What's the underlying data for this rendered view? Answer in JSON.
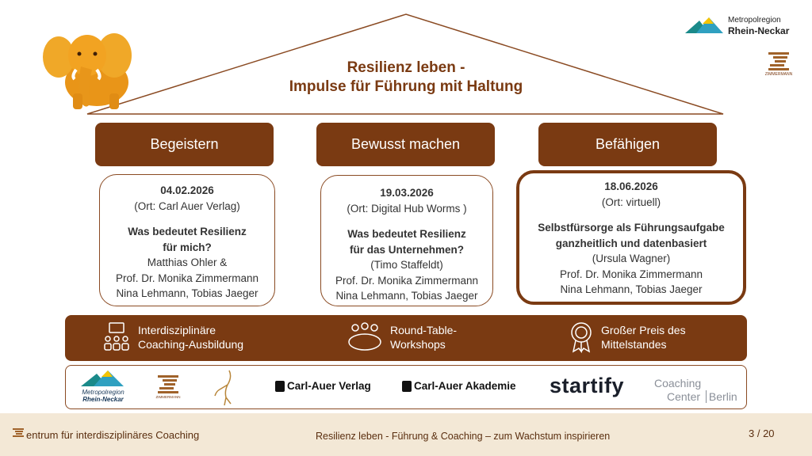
{
  "header": {
    "title_line1": "Resilienz leben -",
    "title_line2": "Impulse für Führung mit Haltung"
  },
  "top_right_logo": {
    "line1": "Metropolregion",
    "line2": "Rhein-Neckar"
  },
  "zimmermann_label": "ZIMMERMANN",
  "pillars": [
    {
      "label": "Begeistern"
    },
    {
      "label": "Bewusst machen"
    },
    {
      "label": "Befähigen"
    }
  ],
  "cards": [
    {
      "date": "04.02.2026",
      "location": "(Ort: Carl Auer Verlag)",
      "question_l1": "Was bedeutet Resilienz",
      "question_l2": "für mich?",
      "people_l1": "Matthias Ohler &",
      "people_l2": "Prof. Dr. Monika Zimmermann",
      "people_l3": "Nina Lehmann, Tobias Jaeger"
    },
    {
      "date": "19.03.2026",
      "location": "(Ort: Digital Hub Worms )",
      "question_l1": "Was bedeutet Resilienz",
      "question_l2": "für das Unternehmen?",
      "people_l1": "(Timo Staffeldt)",
      "people_l2": "Prof. Dr. Monika Zimmermann",
      "people_l3": "Nina Lehmann, Tobias Jaeger"
    },
    {
      "date": "18.06.2026",
      "location": "(Ort: virtuell)",
      "question_l1": "Selbstfürsorge als Führungsaufgabe",
      "question_l2": "ganzheitlich und datenbasiert",
      "people_l1": "(Ursula Wagner)",
      "people_l2": "Prof. Dr. Monika Zimmermann",
      "people_l3": "Nina Lehmann, Tobias Jaeger"
    }
  ],
  "foundation": [
    {
      "l1": "Interdisziplinäre",
      "l2": "Coaching-Ausbildung",
      "icon": "team-icon"
    },
    {
      "l1": "Round-Table-",
      "l2": "Workshops",
      "icon": "round-table-icon"
    },
    {
      "l1": "Großer Preis des",
      "l2": "Mittelstandes",
      "icon": "award-icon"
    }
  ],
  "partners": {
    "metropol_l1": "Metropolregion",
    "metropol_l2": "Rhein-Neckar",
    "zimmermann": "ZIMMERMANN",
    "carl_auer_verlag": "Carl-Auer Verlag",
    "carl_auer_akademie": "Carl-Auer Akademie",
    "startify": "startify",
    "coaching_center_l1": "Coaching",
    "coaching_center_l2": "Center",
    "coaching_center_l3": "Berlin"
  },
  "footer": {
    "left": "entrum für interdisziplinäres Coaching",
    "center": "Resilienz leben - Führung & Coaching – zum Wachstum inspirieren",
    "page": "3 / 20"
  },
  "colors": {
    "brown": "#7a3a12",
    "cream": "#f3e8d6",
    "elephant": "#f0a020",
    "teal": "#1a8a8a",
    "yellow": "#f5c400"
  }
}
